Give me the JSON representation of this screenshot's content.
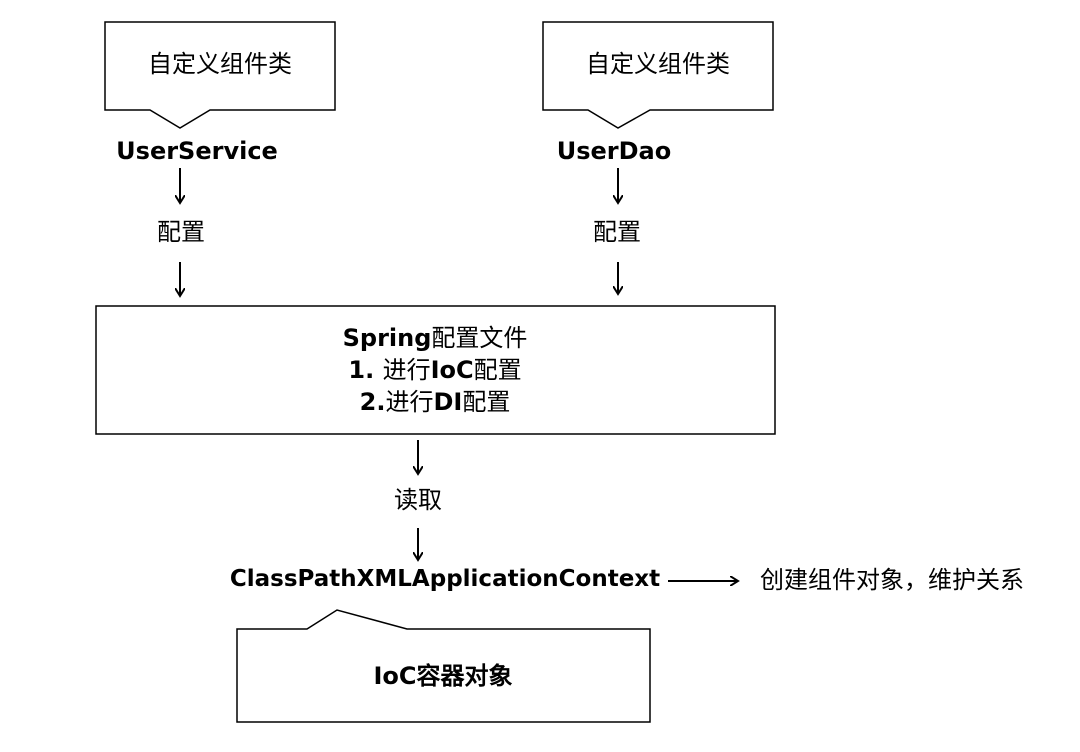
{
  "left_column": {
    "callout_label": "自定义组件类",
    "class_name": "UserService",
    "config_label": "配置"
  },
  "right_column": {
    "callout_label": "自定义组件类",
    "class_name": "UserDao",
    "config_label": "配置"
  },
  "spring_config_box": {
    "line1_bold": "Spring",
    "line1_rest": "配置文件",
    "line2_prefix": "1. ",
    "line2_cn": "进行",
    "line2_bold": "IoC",
    "line2_suffix": "配置",
    "line3_prefix": "2.",
    "line3_cn": "进行",
    "line3_bold": "DI",
    "line3_suffix": "配置"
  },
  "read_label": "读取",
  "context_class": "ClassPathXMLApplicationContext",
  "context_action": "创建组件对象，维护关系",
  "ioc_callout": {
    "label_bold": "IoC",
    "label_rest": "容器对象"
  }
}
